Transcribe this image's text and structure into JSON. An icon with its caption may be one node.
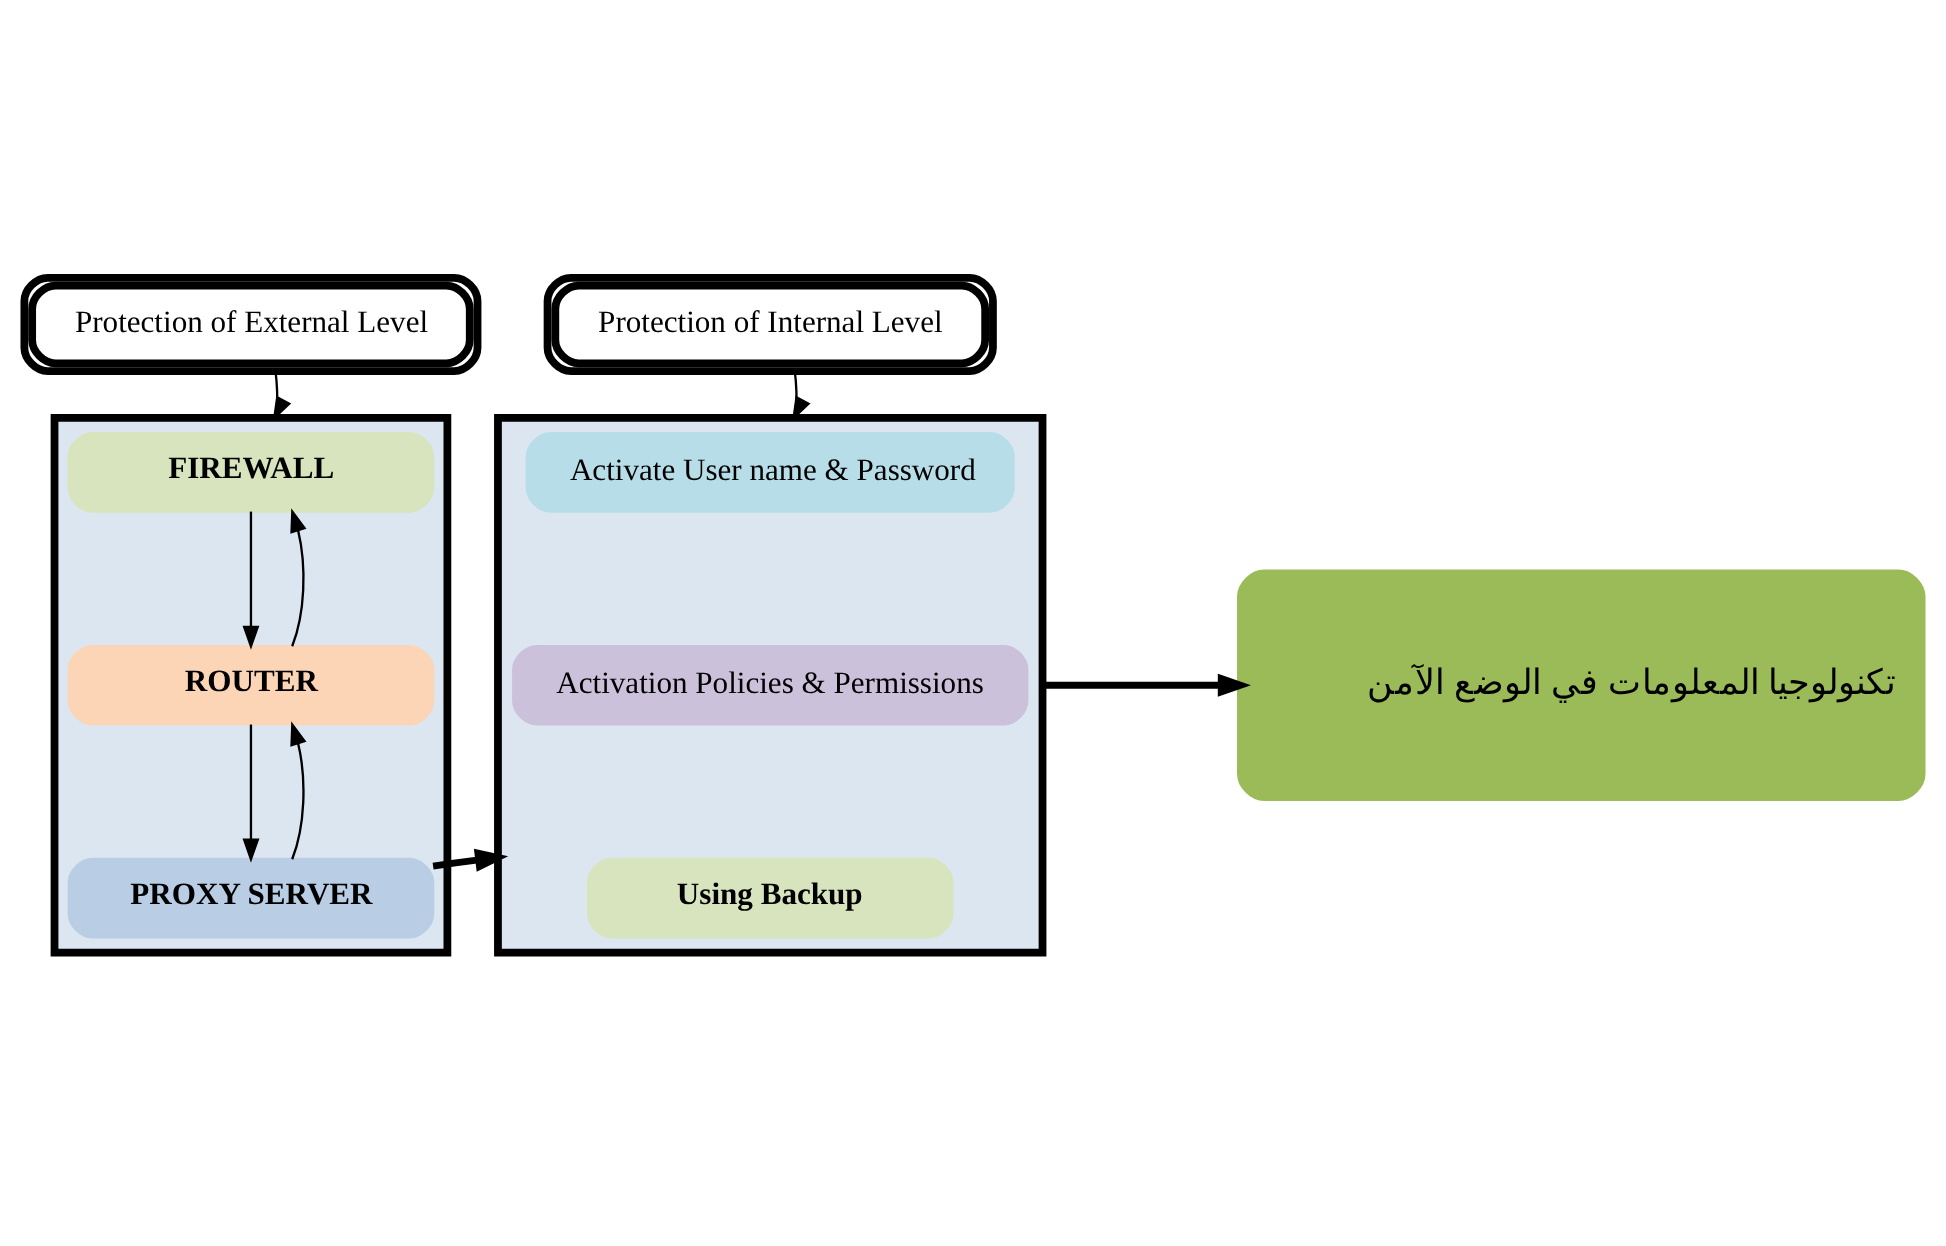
{
  "diagram": {
    "nodes": [
      {
        "text": [
          "Protection of External Level"
        ]
      },
      {
        "text": [],
        "shape": "box"
      },
      {
        "text": [
          "FIREWALL"
        ],
        "in": 1
      },
      {
        "text": [
          "ROUTER"
        ],
        "in": 1
      },
      {
        "text": [
          "PROXY SERVER"
        ],
        "in": 1
      },
      {
        "text": [
          "Protection of Internal Level"
        ]
      },
      {
        "text": [],
        "shape": "box"
      },
      {
        "text": [
          "Activate User name & Password"
        ],
        "in": 6
      },
      {
        "text": [
          "Activation Policies & Permissions"
        ],
        "in": 6
      },
      {
        "text": [
          "Using Backup"
        ],
        "in": 6
      },
      {
        "text": [
          "تكنولوجيا المعلومات في الوضع الآمن"
        ]
      }
    ],
    "edges": [
      {
        "from": 0,
        "to": 1,
        "arrow": "to"
      },
      {
        "from": 2,
        "to": 3,
        "arrow": "to"
      },
      {
        "from": 3,
        "to": 2,
        "arrow": "to"
      },
      {
        "from": 3,
        "to": 4,
        "arrow": "to"
      },
      {
        "from": 4,
        "to": 3,
        "arrow": "to"
      },
      {
        "from": 4,
        "to": 6,
        "arrow": "to",
        "style": "thick"
      },
      {
        "from": 5,
        "to": 6,
        "arrow": "to"
      },
      {
        "from": 6,
        "to": 10,
        "arrow": "to",
        "style": "thick"
      }
    ]
  }
}
